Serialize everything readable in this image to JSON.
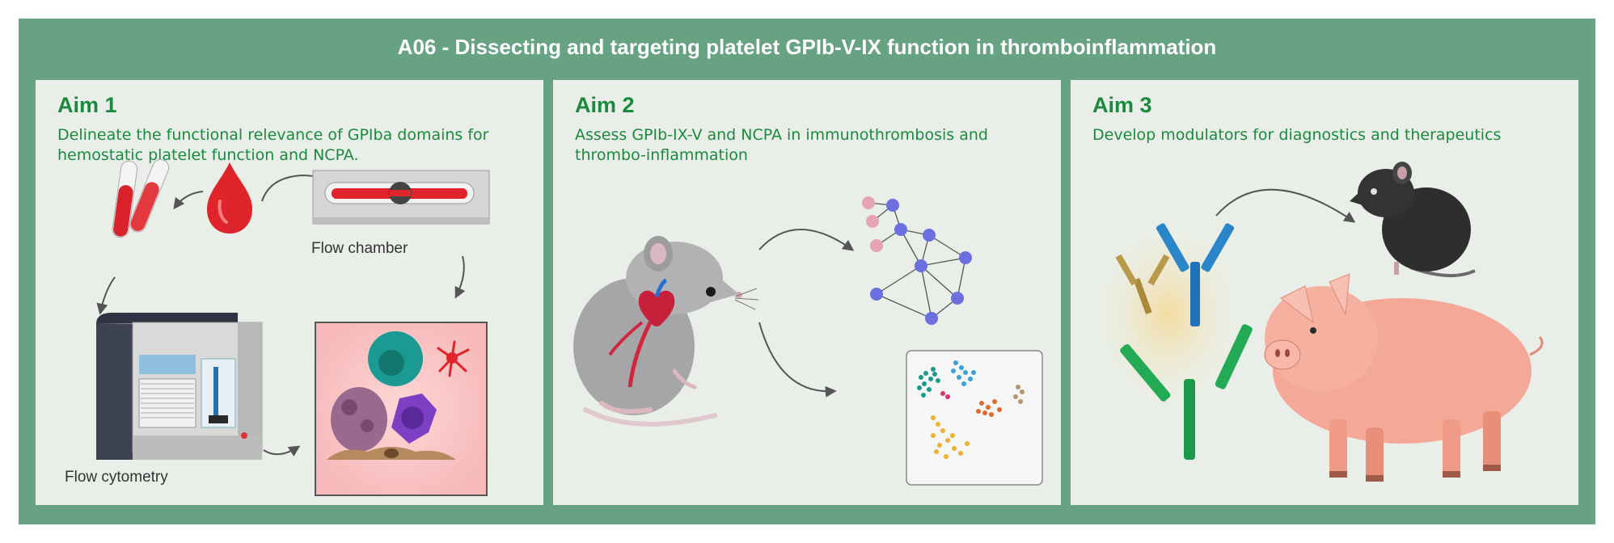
{
  "title": "A06 - Dissecting and targeting platelet GPIb-V-IX function in thromboinflammation",
  "aims": [
    {
      "heading": "Aim 1",
      "description": "Delineate the functional relevance of GPIba domains for hemostatic platelet function and NCPA.",
      "labels": {
        "flow_chamber": "Flow chamber",
        "flow_cytometry": "Flow cytometry"
      }
    },
    {
      "heading": "Aim 2",
      "description": "Assess GPIb-IX-V and NCPA in immunothrombosis and thrombo-inflammation"
    },
    {
      "heading": "Aim 3",
      "description": "Develop modulators for diagnostics and therapeutics"
    }
  ],
  "colors": {
    "frame": "#67a283",
    "panel": "#e9efe8",
    "heading_green": "#1a8a3e",
    "blood_red": "#e0242b"
  },
  "icons": [
    "test-tubes-icon",
    "blood-drop-icon",
    "flow-chamber-icon",
    "flow-cytometer-icon",
    "cells-icon",
    "mouse-icon",
    "heart-icon",
    "network-icon",
    "cluster-plot-icon",
    "antibody-icon",
    "pig-icon"
  ]
}
